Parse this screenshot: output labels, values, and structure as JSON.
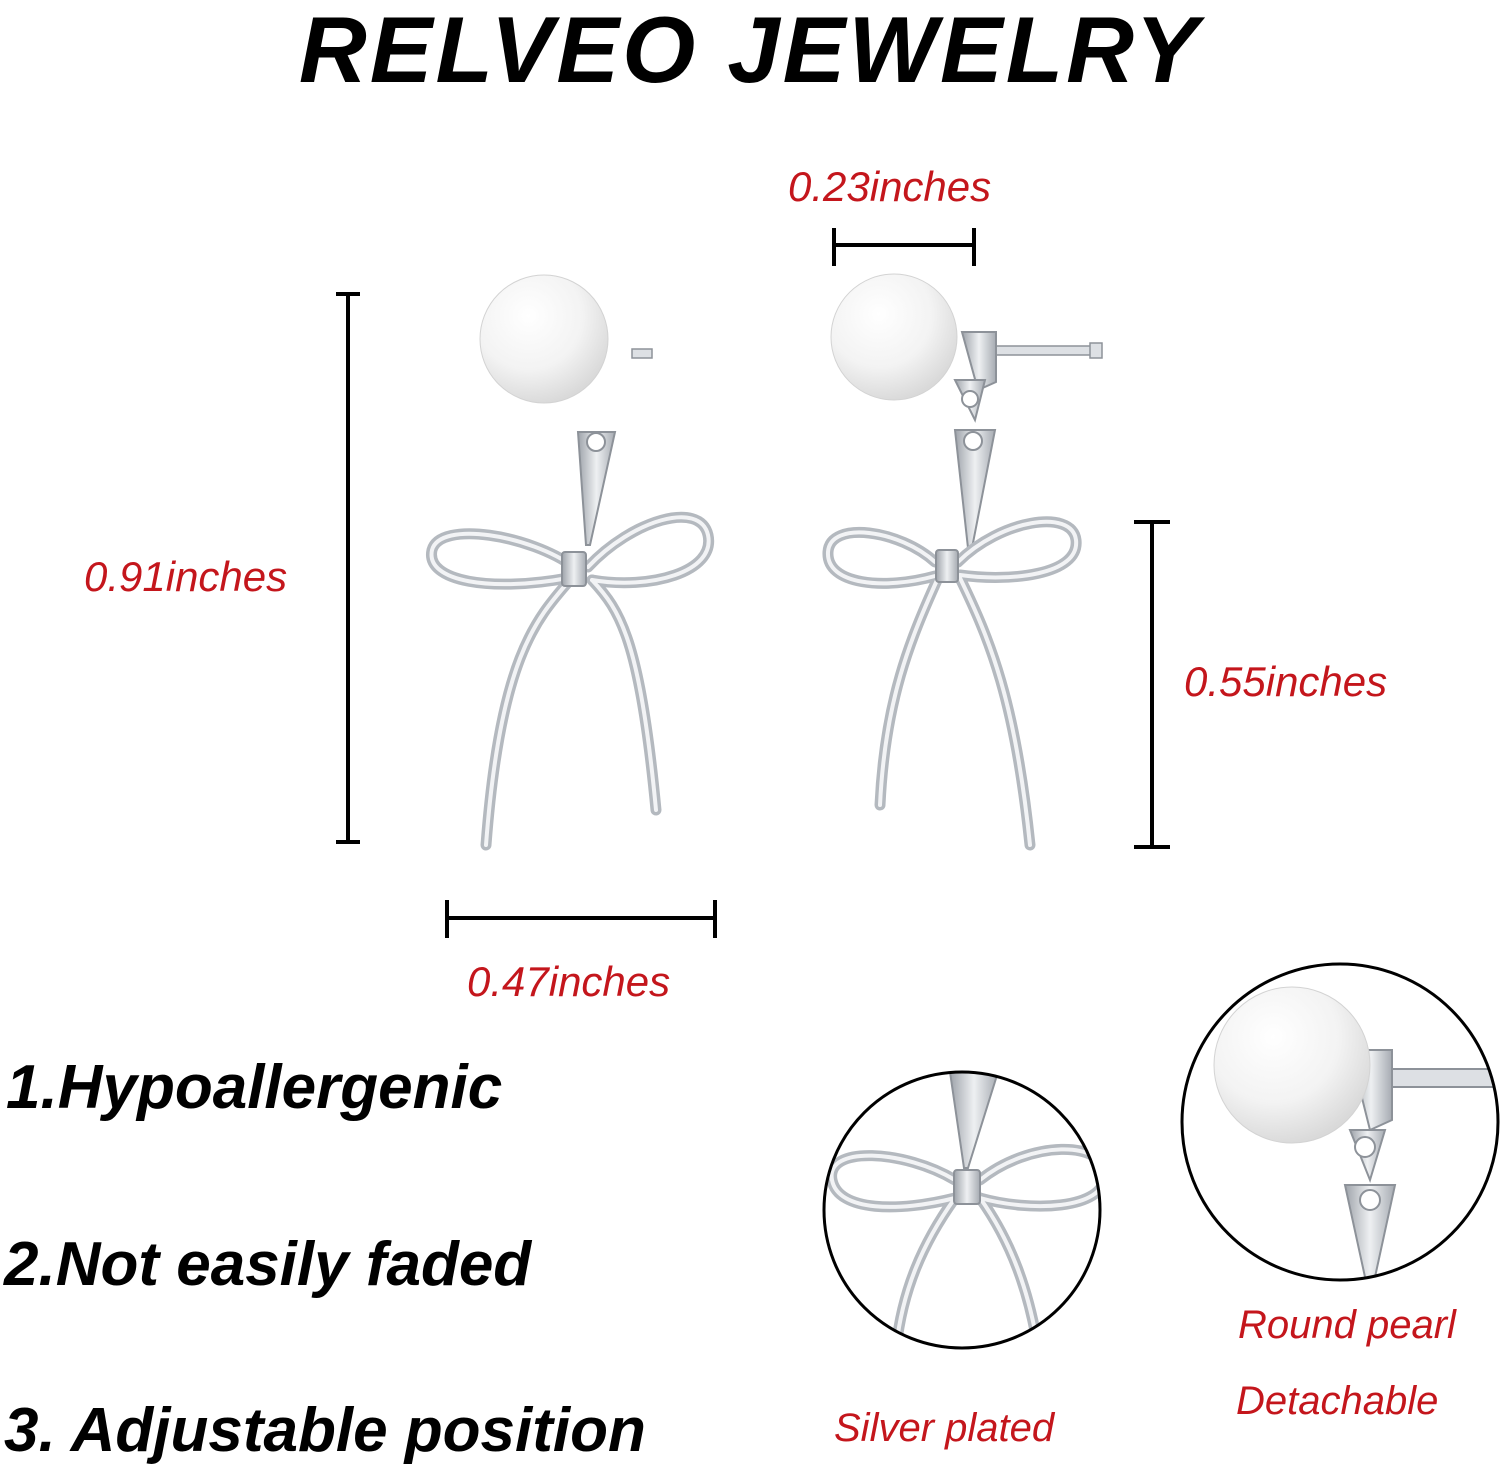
{
  "brand": {
    "title": "RELVEO JEWELRY"
  },
  "dimensions": {
    "top_width": "0.23inches",
    "total_height": "0.91inches",
    "bow_height": "0.55inches",
    "bow_width": "0.47inches"
  },
  "features": [
    "1.Hypoallergenic",
    "2.Not easily faded",
    "3. Adjustable position"
  ],
  "details": {
    "bow_caption": "Silver plated",
    "pearl_caption_1": "Round pearl",
    "pearl_caption_2": "Detachable"
  },
  "colors": {
    "accent": "#c4161c",
    "text": "#000000",
    "metal": "#c9ccd1",
    "pearl": "#f2f2f2"
  }
}
